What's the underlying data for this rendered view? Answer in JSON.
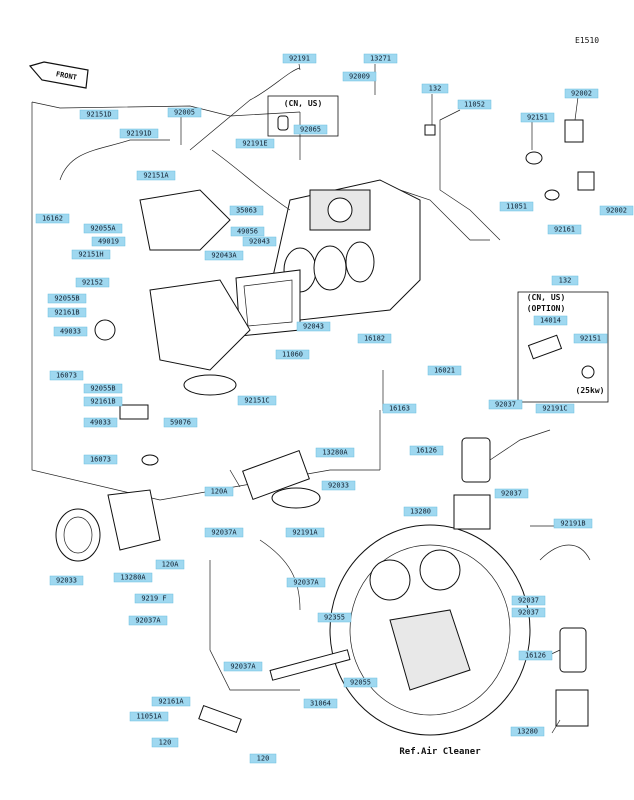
{
  "diagram": {
    "code": "E1510",
    "front_label": "FRONT",
    "cn_us": "(CN, US)",
    "cn_us_option_1": "(CN, US)",
    "cn_us_option_2": "(OPTION)",
    "kw": "(25kw)",
    "ref": "Ref.Air Cleaner"
  },
  "labels": [
    {
      "id": "92191",
      "text": "92191"
    },
    {
      "id": "13271",
      "text": "13271"
    },
    {
      "id": "92009",
      "text": "92009"
    },
    {
      "id": "132a",
      "text": "132"
    },
    {
      "id": "11052",
      "text": "11052"
    },
    {
      "id": "92002a",
      "text": "92002"
    },
    {
      "id": "92065",
      "text": "92065"
    },
    {
      "id": "92151Da",
      "text": "92151D"
    },
    {
      "id": "92005",
      "text": "92005"
    },
    {
      "id": "92191D",
      "text": "92191D"
    },
    {
      "id": "92191E",
      "text": "92191E"
    },
    {
      "id": "92151top",
      "text": "92151"
    },
    {
      "id": "92151A",
      "text": "92151A"
    },
    {
      "id": "35063",
      "text": "35063"
    },
    {
      "id": "16162",
      "text": "16162"
    },
    {
      "id": "92055A",
      "text": "92055A"
    },
    {
      "id": "49019",
      "text": "49019"
    },
    {
      "id": "92151H",
      "text": "92151H"
    },
    {
      "id": "49056",
      "text": "49056"
    },
    {
      "id": "92043a",
      "text": "92043"
    },
    {
      "id": "92043A",
      "text": "92043A"
    },
    {
      "id": "11051",
      "text": "11051"
    },
    {
      "id": "92002b",
      "text": "92002"
    },
    {
      "id": "92161",
      "text": "92161"
    },
    {
      "id": "132b",
      "text": "132"
    },
    {
      "id": "92152",
      "text": "92152"
    },
    {
      "id": "92055B",
      "text": "92055B"
    },
    {
      "id": "92161B",
      "text": "92161B"
    },
    {
      "id": "49033a",
      "text": "49033"
    },
    {
      "id": "92043b",
      "text": "92043"
    },
    {
      "id": "16182",
      "text": "16182"
    },
    {
      "id": "14014",
      "text": "14014"
    },
    {
      "id": "92151b",
      "text": "92151"
    },
    {
      "id": "11060",
      "text": "11060"
    },
    {
      "id": "16073a",
      "text": "16073"
    },
    {
      "id": "16021",
      "text": "16021"
    },
    {
      "id": "92055Bb",
      "text": "92055B"
    },
    {
      "id": "92161Bb",
      "text": "92161B"
    },
    {
      "id": "92151C",
      "text": "92151C"
    },
    {
      "id": "16163",
      "text": "16163"
    },
    {
      "id": "49033b",
      "text": "49033"
    },
    {
      "id": "59076",
      "text": "59076"
    },
    {
      "id": "92037a",
      "text": "92037"
    },
    {
      "id": "92191C",
      "text": "92191C"
    },
    {
      "id": "16073b",
      "text": "16073"
    },
    {
      "id": "13280A_top",
      "text": "13280A"
    },
    {
      "id": "16126a",
      "text": "16126"
    },
    {
      "id": "120Aa",
      "text": "120A"
    },
    {
      "id": "92033a",
      "text": "92033"
    },
    {
      "id": "92037b",
      "text": "92037"
    },
    {
      "id": "13280a",
      "text": "13280"
    },
    {
      "id": "92191B",
      "text": "92191B"
    },
    {
      "id": "92037Aa",
      "text": "92037A"
    },
    {
      "id": "92191A",
      "text": "92191A"
    },
    {
      "id": "120Ab",
      "text": "120A"
    },
    {
      "id": "13280Ab",
      "text": "13280A"
    },
    {
      "id": "92033b",
      "text": "92033"
    },
    {
      "id": "92191F",
      "text": "9219 F"
    },
    {
      "id": "92037Ab",
      "text": "92037A"
    },
    {
      "id": "92037c",
      "text": "92037"
    },
    {
      "id": "92037Ac",
      "text": "92037A"
    },
    {
      "id": "92355",
      "text": "92355"
    },
    {
      "id": "92037d",
      "text": "92037"
    },
    {
      "id": "92037Ad",
      "text": "92037A"
    },
    {
      "id": "92055",
      "text": "92055"
    },
    {
      "id": "16126b",
      "text": "16126"
    },
    {
      "id": "92161A",
      "text": "92161A"
    },
    {
      "id": "31064",
      "text": "31064"
    },
    {
      "id": "11051A",
      "text": "11051A"
    },
    {
      "id": "120a",
      "text": "120"
    },
    {
      "id": "13280b",
      "text": "13280"
    },
    {
      "id": "120b",
      "text": "120"
    }
  ]
}
